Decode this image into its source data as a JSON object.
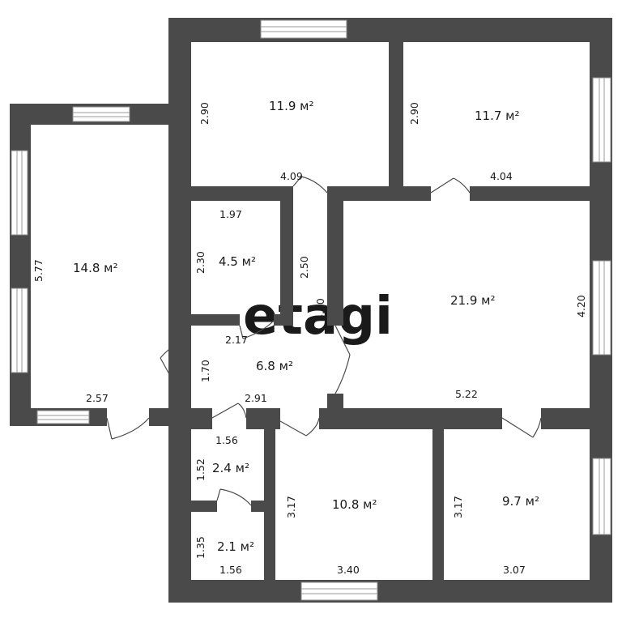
{
  "watermark": "etagi",
  "rooms": [
    {
      "id": "bedroom-1",
      "area": "11.9 м²",
      "width": "4.09",
      "height": "2.90"
    },
    {
      "id": "bedroom-2",
      "area": "11.7 м²",
      "width": "4.04",
      "height": "2.90"
    },
    {
      "id": "left-room",
      "area": "14.8 м²",
      "width": "2.57",
      "height": "5.77"
    },
    {
      "id": "storage",
      "area": "4.5 м²",
      "width": "1.97",
      "height": "2.30"
    },
    {
      "id": "corridor",
      "length": "2.50",
      "length2": "4.20"
    },
    {
      "id": "living-room",
      "area": "21.9 м²",
      "width": "5.22",
      "height": "4.20"
    },
    {
      "id": "hall",
      "area": "6.8 м²",
      "width": "2.17",
      "width2": "2.91",
      "height": "1.70"
    },
    {
      "id": "bathroom",
      "area": "2.4 м²",
      "width": "1.56",
      "height": "1.52"
    },
    {
      "id": "toilet",
      "area": "2.1 м²",
      "width": "1.56",
      "height": "1.35"
    },
    {
      "id": "kitchen",
      "area": "10.8 м²",
      "width": "3.40",
      "height": "3.17"
    },
    {
      "id": "bedroom-3",
      "area": "9.7 м²",
      "width": "3.07",
      "height": "3.17"
    }
  ]
}
